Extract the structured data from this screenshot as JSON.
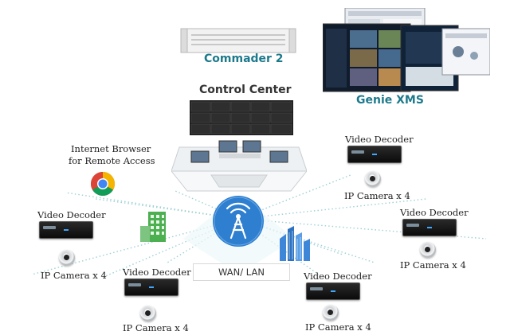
{
  "title_commander": "Commader 2",
  "title_genie": "Genie XMS",
  "title_control_center": "Control Center",
  "internet_browser": {
    "line1": "Internet Browser",
    "line2": "for Remote Access"
  },
  "wan_label": "WAN/ LAN",
  "nodes": {
    "left": {
      "decoder_label": "Video Decoder",
      "camera_label": "IP Camera x 4"
    },
    "bottom_left": {
      "decoder_label": "Video Decoder",
      "camera_label": "IP Camera x 4"
    },
    "bottom_right": {
      "decoder_label": "Video Decoder",
      "camera_label": "IP Camera x 4"
    },
    "right": {
      "decoder_label": "Video Decoder",
      "camera_label": "IP Camera x 4"
    },
    "top_right": {
      "decoder_label": "Video Decoder",
      "camera_label": "IP Camera x 4"
    }
  },
  "colors": {
    "teal": "#1d7a8c",
    "wireless_blue": "#2f7fd0",
    "link_dots": "#9ed0d6",
    "building_green": "#4caf50"
  },
  "icons": [
    "server-rack-icon",
    "monitor-wall-icon",
    "control-desk-icon",
    "wireless-tower-icon",
    "chrome-icon",
    "building-icon",
    "city-icon",
    "decoder-icon",
    "camera-icon"
  ]
}
